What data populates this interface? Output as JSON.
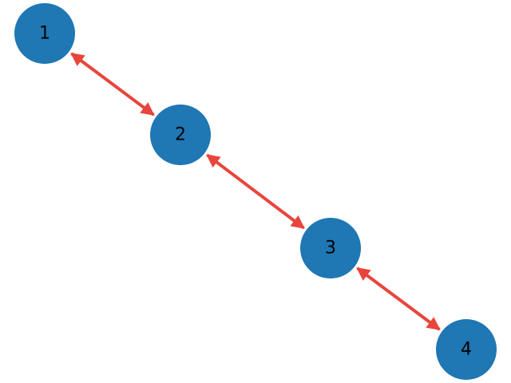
{
  "diagram": {
    "type": "graph",
    "directed_both_ways": true,
    "colors": {
      "node_fill": "#1f77b4",
      "edge": "#e8453c",
      "label": "#000000",
      "background": "#ffffff"
    },
    "nodes": [
      {
        "id": "1",
        "label": "1"
      },
      {
        "id": "2",
        "label": "2"
      },
      {
        "id": "3",
        "label": "3"
      },
      {
        "id": "4",
        "label": "4"
      }
    ],
    "edges": [
      {
        "from": "1",
        "to": "2",
        "arrows": "both"
      },
      {
        "from": "2",
        "to": "3",
        "arrows": "both"
      },
      {
        "from": "3",
        "to": "4",
        "arrows": "both"
      }
    ]
  }
}
